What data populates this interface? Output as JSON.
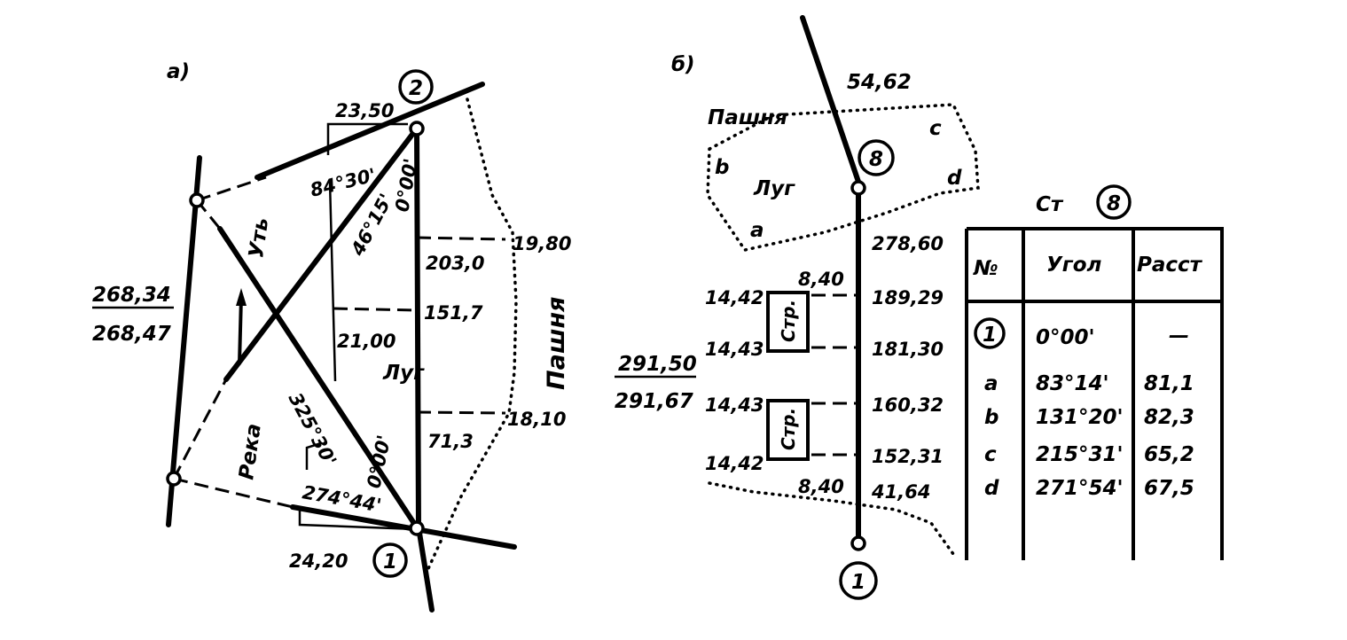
{
  "panel_a": {
    "label": "а)",
    "station_top": "2",
    "station_bottom": "1",
    "dim_top": "23,50",
    "dim_bottom": "24,20",
    "angle_top_left": "84°30'",
    "angle_diag": "46°15'",
    "angle_top_zero": "0°00'",
    "angle_bottom_diag": "325°30'",
    "angle_bottom_zero": "0°00'",
    "angle_bottom_left": "274°44'",
    "side_value_num": "268,34",
    "side_value_den": "268,47",
    "river_label": "Река",
    "ford_label": "Уть",
    "meadow_label": "Луг",
    "field_label": "Пашня",
    "offset_2030": "203,0",
    "offset_1980": "19,80",
    "offset_1517": "151,7",
    "offset_2100": "21,00",
    "offset_713": "71,3",
    "offset_1810": "18,10"
  },
  "panel_b": {
    "label": "б)",
    "top_value": "54,62",
    "field_label": "Пашня",
    "meadow_label": "Луг",
    "point_a": "a",
    "point_b": "b",
    "point_c": "c",
    "point_d": "d",
    "station_top": "8",
    "station_bottom": "1",
    "chainage": [
      "278,60",
      "189,29",
      "181,30",
      "160,32",
      "152,31",
      "41,64"
    ],
    "left_widths": [
      "14,42",
      "14,43",
      "14,43",
      "14,42"
    ],
    "offset_top": "8,40",
    "offset_bottom": "8,40",
    "building_label": "Стр.",
    "side_value_num": "291,50",
    "side_value_den": "291,67"
  },
  "table": {
    "title": "Ст",
    "title_station": "8",
    "headers": [
      "№",
      "Угол",
      "Расст"
    ],
    "rows": [
      {
        "point": "1",
        "angle": "0°00'",
        "dist": "—"
      },
      {
        "point": "a",
        "angle": "83°14'",
        "dist": "81,1"
      },
      {
        "point": "b",
        "angle": "131°20'",
        "dist": "82,3"
      },
      {
        "point": "c",
        "angle": "215°31'",
        "dist": "65,2"
      },
      {
        "point": "d",
        "angle": "271°54'",
        "dist": "67,5"
      }
    ]
  }
}
